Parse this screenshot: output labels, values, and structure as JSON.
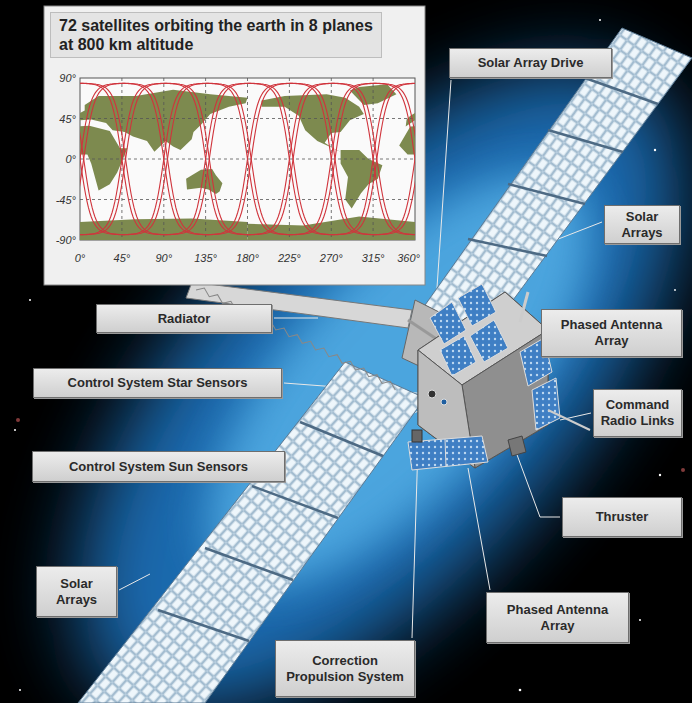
{
  "diagram": {
    "nodes": [
      {
        "text": [
          "72 satellites orbiting the earth in 8 planes at 800 km altitude"
        ]
      },
      {
        "text": [
          "Solar Array Drive"
        ]
      },
      {
        "text": [
          "Solar Arrays"
        ]
      },
      {
        "text": [
          "Radiator"
        ]
      },
      {
        "text": [
          "Phased Antenna Array"
        ]
      },
      {
        "text": [
          "Control System Star Sensors"
        ]
      },
      {
        "text": [
          "Command Radio Links"
        ]
      },
      {
        "text": [
          "Control System Sun Sensors"
        ]
      },
      {
        "text": [
          "Thruster"
        ]
      },
      {
        "text": [
          "Solar Arrays"
        ]
      },
      {
        "text": [
          "Phased Antenna Array"
        ]
      },
      {
        "text": [
          "Correction Propulsion System"
        ]
      }
    ],
    "labels": [
      "90°",
      "45°",
      "0°",
      "-45°",
      "-90°",
      "0°",
      "45°",
      "90°",
      "135°",
      "180°",
      "225°",
      "270°",
      "315°",
      "360°"
    ]
  }
}
